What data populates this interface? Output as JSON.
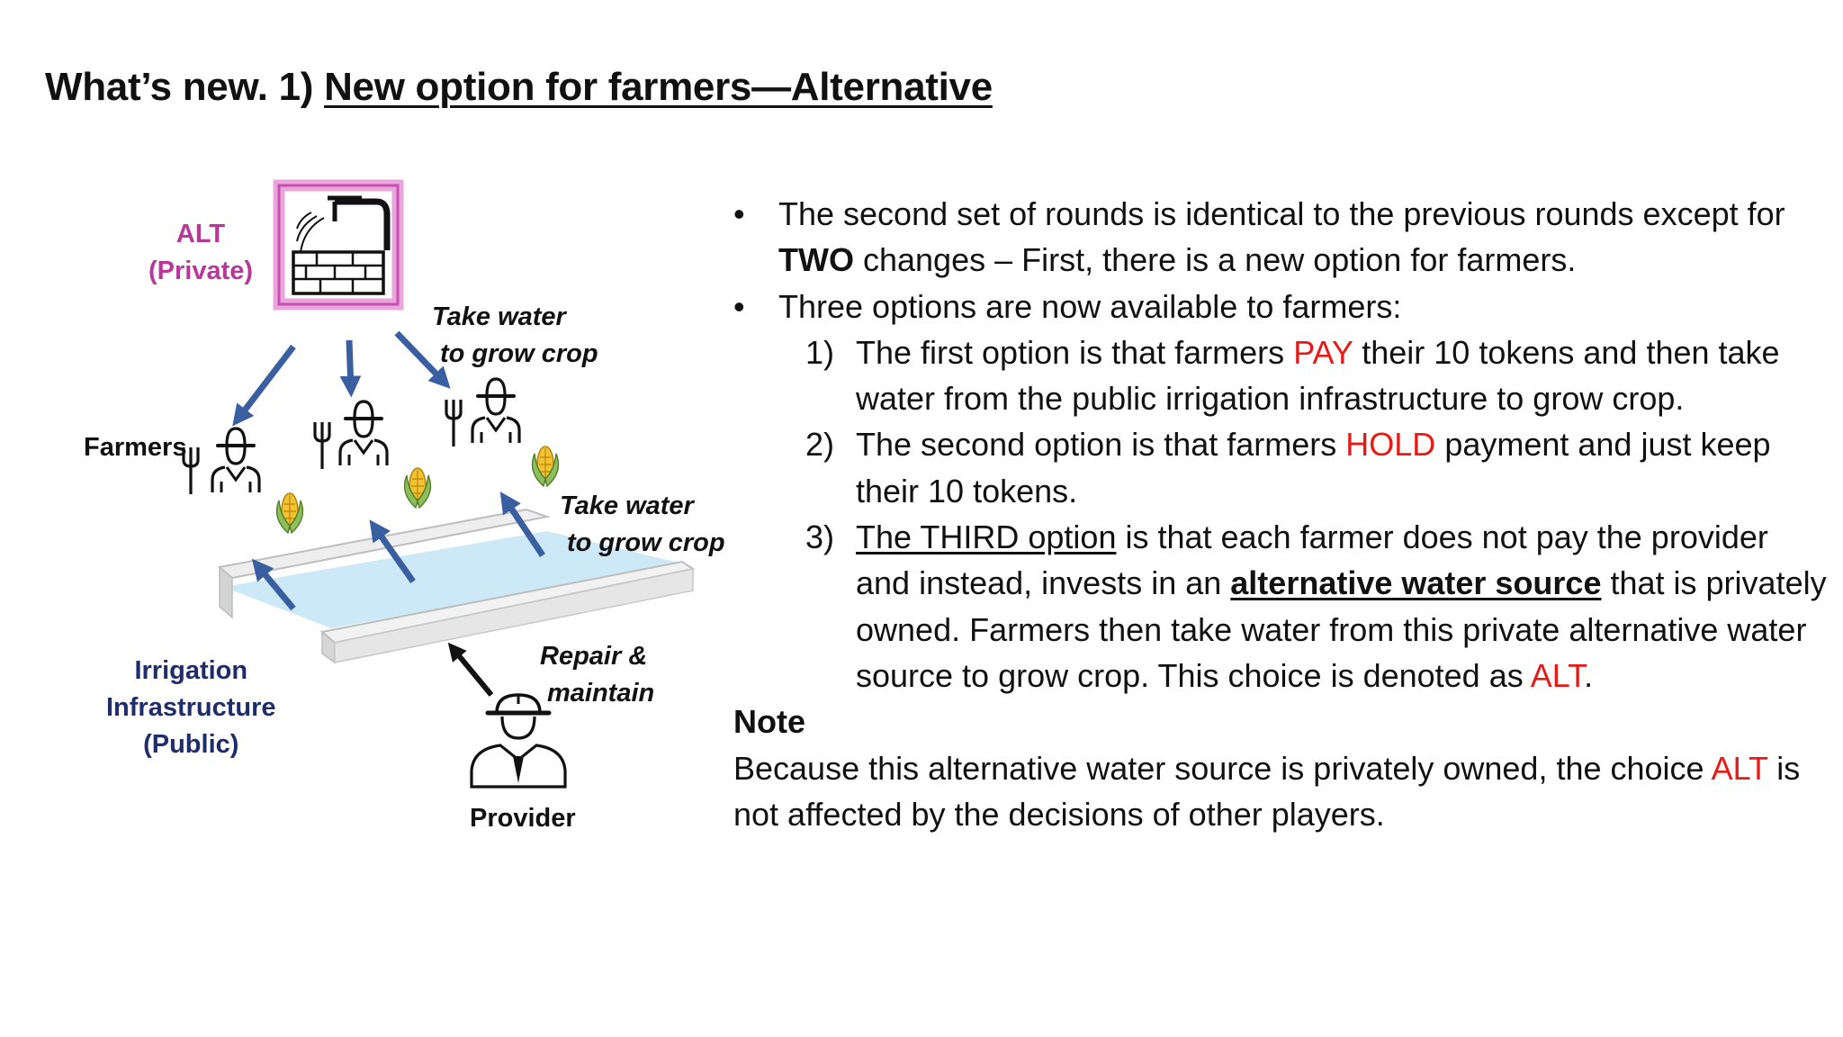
{
  "title": {
    "prefix": "What’s new. 1) ",
    "underlined": "New option for farmers—Alternative"
  },
  "diagram": {
    "alt_label_line1": "ALT",
    "alt_label_line2": "(Private)",
    "farmers_label": "Farmers",
    "take_water_top_line1": "Take water",
    "take_water_top_line2": "to grow crop",
    "take_water_mid_line1": "Take water",
    "take_water_mid_line2": "to grow crop",
    "irrigation_line1": "Irrigation",
    "irrigation_line2": "Infrastructure",
    "irrigation_line3": "(Public)",
    "repair_line1": "Repair &",
    "repair_line2": "maintain",
    "provider_label": "Provider",
    "icons": [
      "water-tap-well-icon",
      "farmer-icon",
      "fork-icon",
      "corn-icon",
      "provider-worker-icon",
      "arrow-icon",
      "irrigation-channel-icon"
    ],
    "colors": {
      "alt": "#b8389a",
      "arrow_blue": "#3a5fa0",
      "arrow_black": "#111111",
      "irrigation_label": "#1f2d6b",
      "water": "#cde8f6"
    }
  },
  "body": {
    "bullet1": {
      "p1": "The second set of rounds is identical to the previous rounds except for ",
      "bold": "TWO",
      "p2": " changes – First, there is a new option for farmers."
    },
    "bullet2": {
      "text": "Three options are now available to farmers:"
    },
    "opt1": {
      "num": "1)",
      "p1": "The first option is that farmers ",
      "red": "PAY",
      "p2": " their 10 tokens and then take water from the public irrigation infrastructure to grow crop."
    },
    "opt2": {
      "num": "2)",
      "p1": "The second option is that farmers ",
      "red": "HOLD",
      "p2": " payment and just keep their 10 tokens."
    },
    "opt3": {
      "num": "3)",
      "ul": "The THIRD option",
      "p1": " is that each farmer does not pay the provider and instead, invests in an ",
      "bold_ul": "alternative water source",
      "p2": " that is privately owned. Farmers then take water from this private alternative water source to grow crop. This choice is denoted as ",
      "red": "ALT",
      "p3": "."
    },
    "note_heading": "Note",
    "note": {
      "p1": "Because this alternative water source is privately owned, the choice ",
      "red": "ALT",
      "p2": " is not affected by the decisions of other players."
    }
  },
  "colors": {
    "highlight_red": "#e41b17",
    "text": "#111111"
  }
}
